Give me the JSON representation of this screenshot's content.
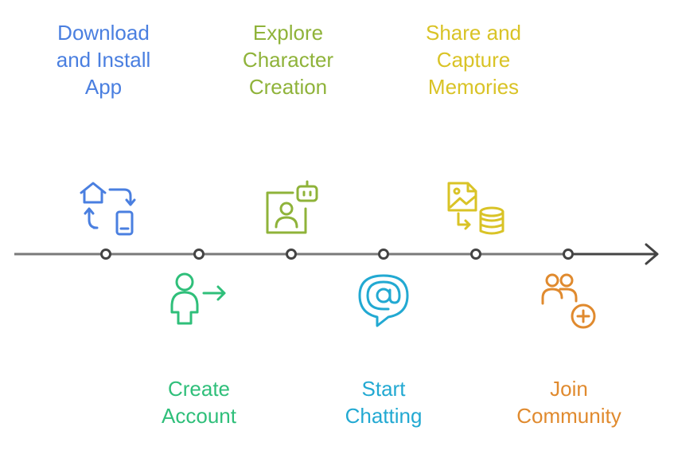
{
  "steps": [
    {
      "label_lines": [
        "Download",
        "and Install",
        "App"
      ],
      "color": "#4a7fe0",
      "position": "above",
      "icon": "home-sync-device-icon"
    },
    {
      "label_lines": [
        "Create",
        "Account"
      ],
      "color": "#2fbf7a",
      "position": "below",
      "icon": "user-arrow-icon"
    },
    {
      "label_lines": [
        "Explore",
        "Character",
        "Creation"
      ],
      "color": "#8fb33a",
      "position": "above",
      "icon": "portrait-robot-icon"
    },
    {
      "label_lines": [
        "Start",
        "Chatting"
      ],
      "color": "#22a9d2",
      "position": "below",
      "icon": "at-chat-bubble-icon"
    },
    {
      "label_lines": [
        "Share and",
        "Capture",
        "Memories"
      ],
      "color": "#d9c326",
      "position": "above",
      "icon": "image-storage-icon"
    },
    {
      "label_lines": [
        "Join",
        "Community"
      ],
      "color": "#e08a2e",
      "position": "below",
      "icon": "users-add-icon"
    }
  ],
  "axis_color": "#7a7a7a",
  "arrow_color": "#444444"
}
